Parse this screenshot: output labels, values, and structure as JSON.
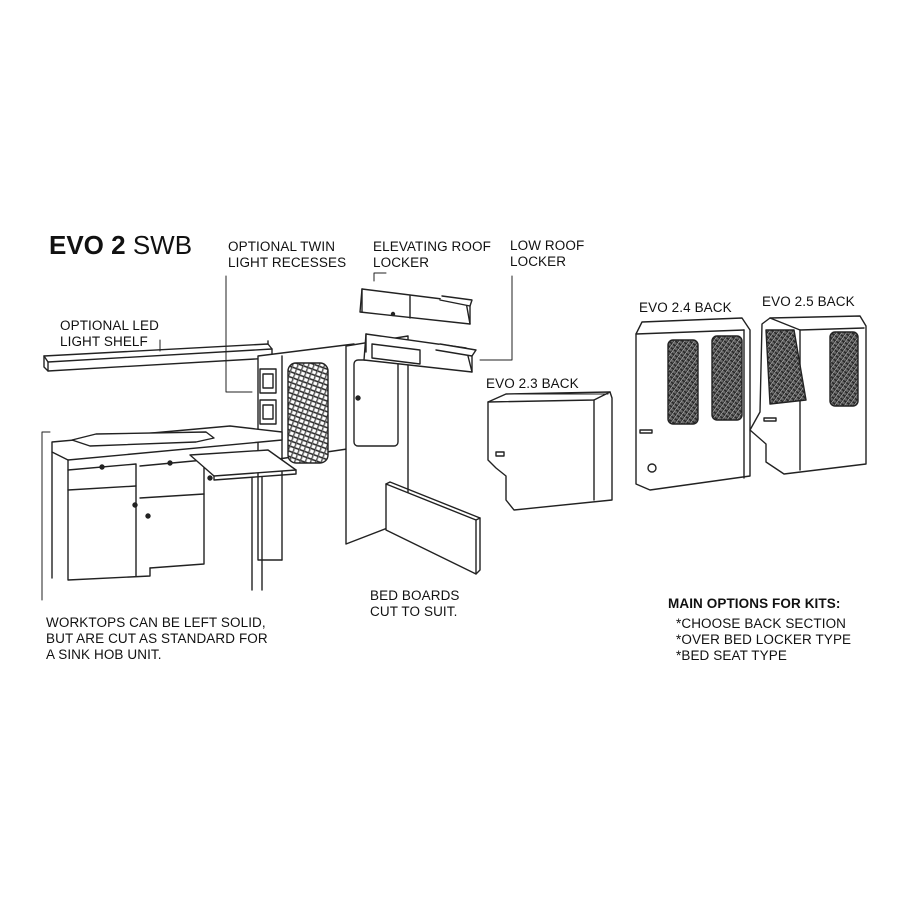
{
  "title": {
    "bold": "EVO 2",
    "normal": "SWB"
  },
  "callouts": {
    "led_shelf": [
      "OPTIONAL LED",
      "LIGHT SHELF"
    ],
    "twin_light": [
      "OPTIONAL TWIN",
      "LIGHT RECESSES"
    ],
    "elevating_roof": [
      "ELEVATING ROOF",
      "LOCKER"
    ],
    "low_roof": [
      "LOW ROOF",
      "LOCKER"
    ],
    "evo23": "EVO 2.3 BACK",
    "evo24": "EVO 2.4 BACK",
    "evo25": "EVO 2.5 BACK",
    "bed_boards": [
      "BED BOARDS",
      "CUT TO SUIT."
    ],
    "worktops": [
      "WORKTOPS CAN BE LEFT SOLID,",
      "BUT ARE CUT AS STANDARD FOR",
      "A SINK HOB UNIT."
    ]
  },
  "options": {
    "heading": "MAIN OPTIONS FOR KITS:",
    "items": [
      "*CHOOSE BACK SECTION",
      "*OVER BED LOCKER TYPE",
      "*BED SEAT TYPE"
    ]
  }
}
